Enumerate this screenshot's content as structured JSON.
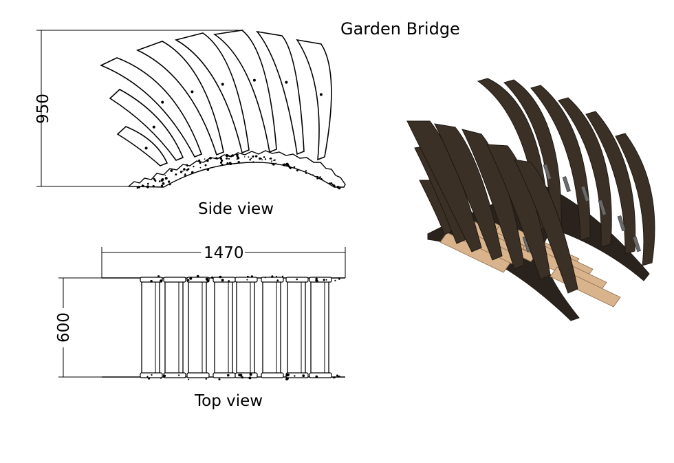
{
  "title": "Garden Bridge",
  "side_view": {
    "caption": "Side view",
    "height_dimension": "950"
  },
  "top_view": {
    "caption": "Top view",
    "length_dimension": "1470",
    "width_dimension": "600"
  },
  "colors": {
    "line": "#000000",
    "wood_dark": "#3b3026",
    "wood_dark_edge": "#1e1812",
    "plank": "#d9b38c",
    "plank_edge": "#8a6a4a",
    "gravel": "#2a231d",
    "pin": "#6a6a6a"
  }
}
